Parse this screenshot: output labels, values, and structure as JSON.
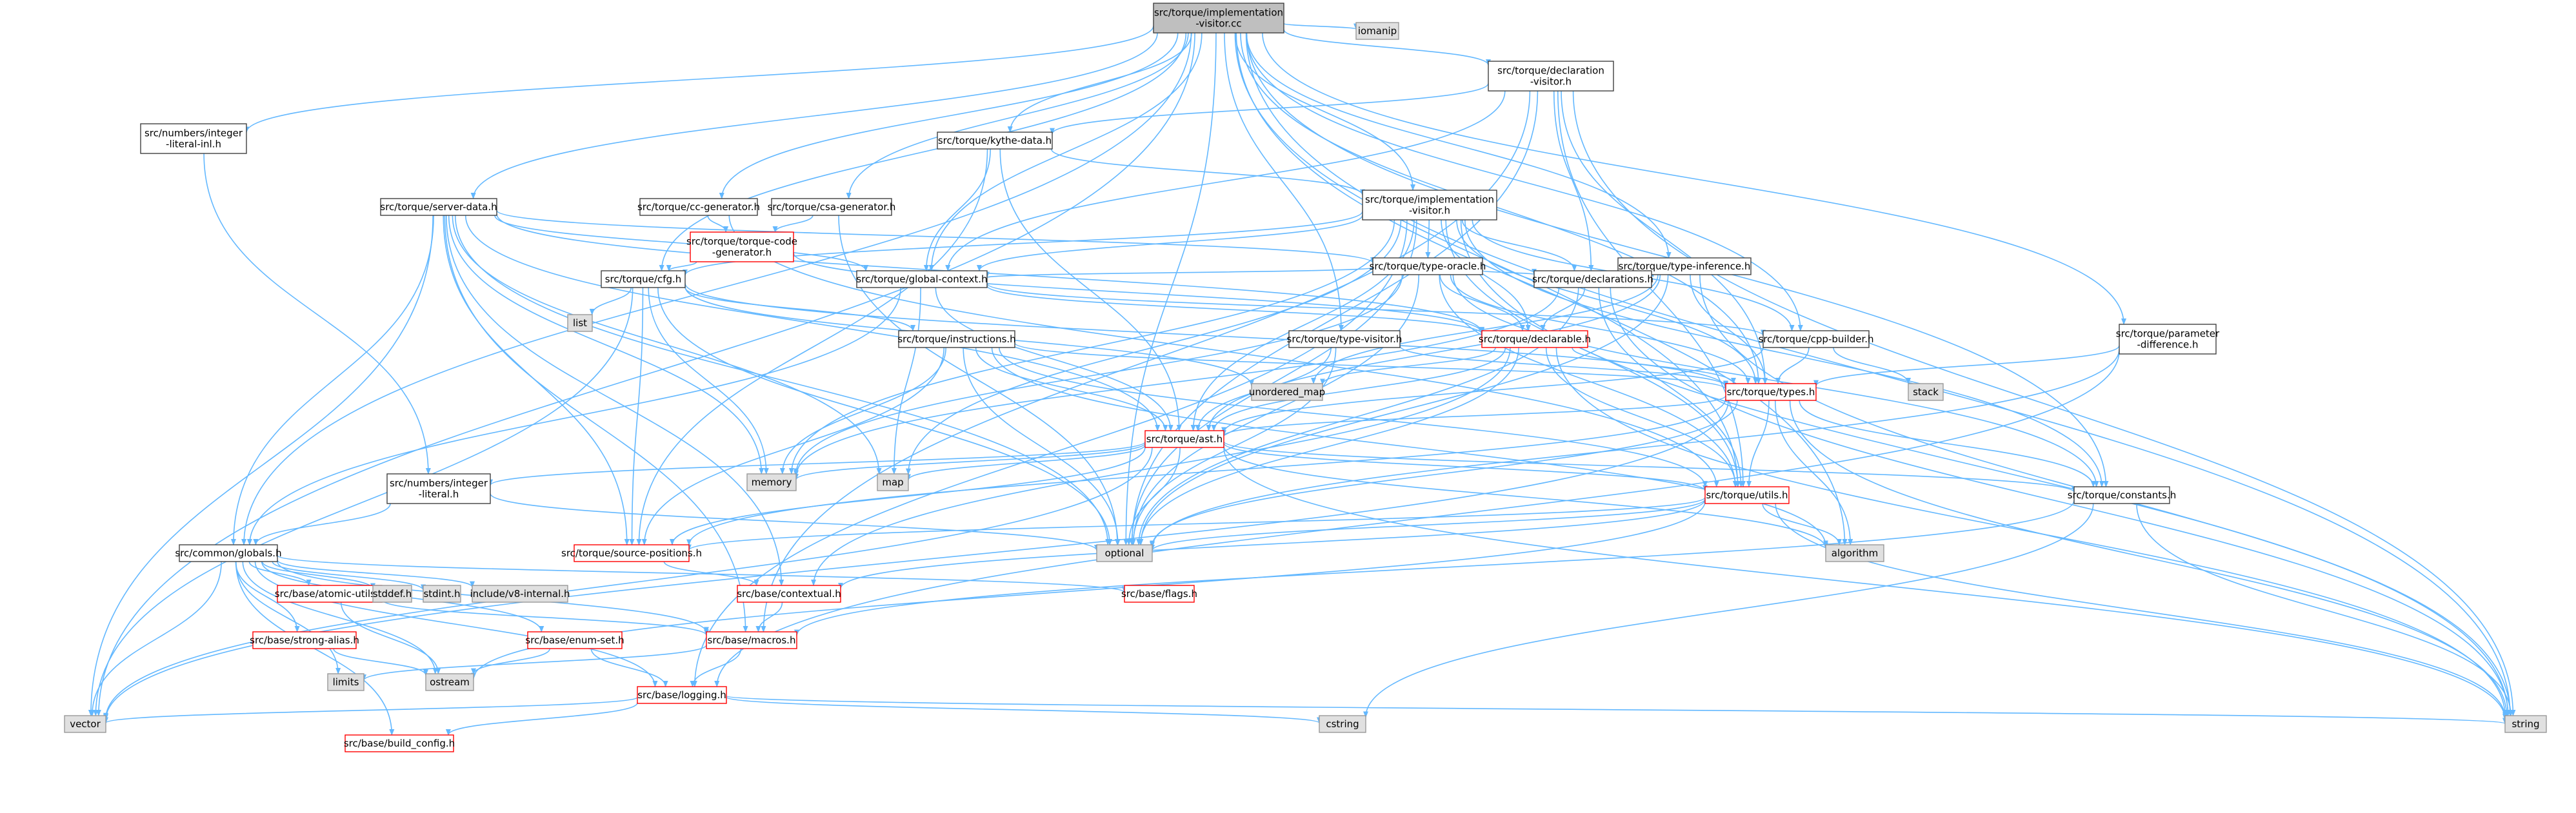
{
  "palette": {
    "edge": "#63b8ff",
    "root_fill": "#bfbfbf",
    "root_stroke": "#404040",
    "normal_fill": "#ffffff",
    "normal_stroke": "#404040",
    "incomplete_stroke": "#ff0000",
    "system_fill": "#e0e0e0",
    "system_stroke": "#999999"
  },
  "nodes": [
    {
      "id": "root",
      "lines": [
        "src/torque/implementation",
        "-visitor.cc"
      ],
      "kind": "root"
    },
    {
      "id": "iomanip",
      "lines": [
        "iomanip"
      ],
      "kind": "system"
    },
    {
      "id": "decl_visitor",
      "lines": [
        "src/torque/declaration",
        "-visitor.h"
      ],
      "kind": "normal"
    },
    {
      "id": "int_lit_int",
      "lines": [
        "src/numbers/integer",
        "-literal-inl.h"
      ],
      "kind": "normal"
    },
    {
      "id": "kythe",
      "lines": [
        "src/torque/kythe-data.h"
      ],
      "kind": "normal"
    },
    {
      "id": "impl_visitor",
      "lines": [
        "src/torque/implementation",
        "-visitor.h"
      ],
      "kind": "normal"
    },
    {
      "id": "server",
      "lines": [
        "src/torque/server-data.h"
      ],
      "kind": "normal"
    },
    {
      "id": "cc_gen",
      "lines": [
        "src/torque/cc-generator.h"
      ],
      "kind": "normal"
    },
    {
      "id": "csa_gen",
      "lines": [
        "src/torque/csa-generator.h"
      ],
      "kind": "normal"
    },
    {
      "id": "tcg",
      "lines": [
        "src/torque/torque-code",
        "-generator.h"
      ],
      "kind": "incomplete"
    },
    {
      "id": "type_oracle",
      "lines": [
        "src/torque/type-oracle.h"
      ],
      "kind": "normal"
    },
    {
      "id": "type_inference",
      "lines": [
        "src/torque/type-inference.h"
      ],
      "kind": "normal"
    },
    {
      "id": "cfg",
      "lines": [
        "src/torque/cfg.h"
      ],
      "kind": "normal"
    },
    {
      "id": "global_ctx",
      "lines": [
        "src/torque/global-context.h"
      ],
      "kind": "normal"
    },
    {
      "id": "declarations",
      "lines": [
        "src/torque/declarations.h"
      ],
      "kind": "normal"
    },
    {
      "id": "list",
      "lines": [
        "list"
      ],
      "kind": "system"
    },
    {
      "id": "instructions",
      "lines": [
        "src/torque/instructions.h"
      ],
      "kind": "normal"
    },
    {
      "id": "type_visitor",
      "lines": [
        "src/torque/type-visitor.h"
      ],
      "kind": "normal"
    },
    {
      "id": "declarable",
      "lines": [
        "src/torque/declarable.h"
      ],
      "kind": "incomplete"
    },
    {
      "id": "cpp_builder",
      "lines": [
        "src/torque/cpp-builder.h"
      ],
      "kind": "normal"
    },
    {
      "id": "param_diff",
      "lines": [
        "src/torque/parameter",
        "-difference.h"
      ],
      "kind": "normal"
    },
    {
      "id": "unordered_map",
      "lines": [
        "unordered_map"
      ],
      "kind": "system"
    },
    {
      "id": "stack",
      "lines": [
        "stack"
      ],
      "kind": "system"
    },
    {
      "id": "types",
      "lines": [
        "src/torque/types.h"
      ],
      "kind": "incomplete"
    },
    {
      "id": "ast",
      "lines": [
        "src/torque/ast.h"
      ],
      "kind": "incomplete"
    },
    {
      "id": "int_lit",
      "lines": [
        "src/numbers/integer",
        "-literal.h"
      ],
      "kind": "normal"
    },
    {
      "id": "memory",
      "lines": [
        "memory"
      ],
      "kind": "system"
    },
    {
      "id": "map",
      "lines": [
        "map"
      ],
      "kind": "system"
    },
    {
      "id": "utils",
      "lines": [
        "src/torque/utils.h"
      ],
      "kind": "incomplete"
    },
    {
      "id": "constants",
      "lines": [
        "src/torque/constants.h"
      ],
      "kind": "normal"
    },
    {
      "id": "optional",
      "lines": [
        "optional"
      ],
      "kind": "system"
    },
    {
      "id": "algorithm",
      "lines": [
        "algorithm"
      ],
      "kind": "system"
    },
    {
      "id": "globals",
      "lines": [
        "src/common/globals.h"
      ],
      "kind": "normal"
    },
    {
      "id": "source_pos",
      "lines": [
        "src/torque/source-positions.h"
      ],
      "kind": "incomplete"
    },
    {
      "id": "atomic_utils",
      "lines": [
        "src/base/atomic-utils.h"
      ],
      "kind": "incomplete"
    },
    {
      "id": "stddef",
      "lines": [
        "stddef.h"
      ],
      "kind": "system"
    },
    {
      "id": "stdint",
      "lines": [
        "stdint.h"
      ],
      "kind": "system"
    },
    {
      "id": "v8_internal",
      "lines": [
        "include/v8-internal.h"
      ],
      "kind": "system"
    },
    {
      "id": "contextual",
      "lines": [
        "src/base/contextual.h"
      ],
      "kind": "incomplete"
    },
    {
      "id": "flags",
      "lines": [
        "src/base/flags.h"
      ],
      "kind": "incomplete"
    },
    {
      "id": "strong_alias",
      "lines": [
        "src/base/strong-alias.h"
      ],
      "kind": "incomplete"
    },
    {
      "id": "enum_set",
      "lines": [
        "src/base/enum-set.h"
      ],
      "kind": "incomplete"
    },
    {
      "id": "macros",
      "lines": [
        "src/base/macros.h"
      ],
      "kind": "incomplete"
    },
    {
      "id": "limits",
      "lines": [
        "limits"
      ],
      "kind": "system"
    },
    {
      "id": "ostream",
      "lines": [
        "ostream"
      ],
      "kind": "system"
    },
    {
      "id": "logging",
      "lines": [
        "src/base/logging.h"
      ],
      "kind": "incomplete"
    },
    {
      "id": "vector",
      "lines": [
        "vector"
      ],
      "kind": "system"
    },
    {
      "id": "build_config",
      "lines": [
        "src/base/build_config.h"
      ],
      "kind": "incomplete"
    },
    {
      "id": "cstring",
      "lines": [
        "cstring"
      ],
      "kind": "system"
    },
    {
      "id": "string",
      "lines": [
        "string"
      ],
      "kind": "system"
    }
  ],
  "edges": [
    [
      "root",
      "iomanip"
    ],
    [
      "root",
      "decl_visitor"
    ],
    [
      "root",
      "int_lit_int"
    ],
    [
      "root",
      "kythe"
    ],
    [
      "root",
      "impl_visitor"
    ],
    [
      "root",
      "server"
    ],
    [
      "root",
      "cc_gen"
    ],
    [
      "root",
      "csa_gen"
    ],
    [
      "root",
      "type_inference"
    ],
    [
      "root",
      "cfg"
    ],
    [
      "root",
      "global_ctx"
    ],
    [
      "root",
      "type_visitor"
    ],
    [
      "root",
      "cpp_builder"
    ],
    [
      "root",
      "param_diff"
    ],
    [
      "root",
      "types"
    ],
    [
      "root",
      "utils"
    ],
    [
      "root",
      "constants"
    ],
    [
      "root",
      "optional"
    ],
    [
      "root",
      "algorithm"
    ],
    [
      "root",
      "globals"
    ],
    [
      "root",
      "string"
    ],
    [
      "root",
      "vector"
    ],
    [
      "decl_visitor",
      "kythe"
    ],
    [
      "decl_visitor",
      "global_ctx"
    ],
    [
      "decl_visitor",
      "declarations"
    ],
    [
      "decl_visitor",
      "types"
    ],
    [
      "decl_visitor",
      "utils"
    ],
    [
      "decl_visitor",
      "optional"
    ],
    [
      "decl_visitor",
      "string"
    ],
    [
      "decl_visitor",
      "macros"
    ],
    [
      "int_lit_int",
      "int_lit"
    ],
    [
      "kythe",
      "impl_visitor"
    ],
    [
      "kythe",
      "global_ctx"
    ],
    [
      "kythe",
      "ast"
    ],
    [
      "kythe",
      "source_pos"
    ],
    [
      "impl_visitor",
      "cfg"
    ],
    [
      "impl_visitor",
      "type_oracle"
    ],
    [
      "impl_visitor",
      "global_ctx"
    ],
    [
      "impl_visitor",
      "declarations"
    ],
    [
      "impl_visitor",
      "declarable"
    ],
    [
      "impl_visitor",
      "cpp_builder"
    ],
    [
      "impl_visitor",
      "types"
    ],
    [
      "impl_visitor",
      "ast"
    ],
    [
      "impl_visitor",
      "utils"
    ],
    [
      "impl_visitor",
      "optional"
    ],
    [
      "impl_visitor",
      "memory"
    ],
    [
      "impl_visitor",
      "string"
    ],
    [
      "impl_visitor",
      "map"
    ],
    [
      "impl_visitor",
      "constants"
    ],
    [
      "impl_visitor",
      "logging"
    ],
    [
      "server",
      "type_oracle"
    ],
    [
      "server",
      "global_ctx"
    ],
    [
      "server",
      "declarable"
    ],
    [
      "server",
      "ast"
    ],
    [
      "server",
      "memory"
    ],
    [
      "server",
      "map"
    ],
    [
      "server",
      "optional"
    ],
    [
      "server",
      "source_pos"
    ],
    [
      "server",
      "globals"
    ],
    [
      "server",
      "vector"
    ],
    [
      "server",
      "contextual"
    ],
    [
      "server",
      "macros"
    ],
    [
      "cc_gen",
      "tcg"
    ],
    [
      "cc_gen",
      "utils"
    ],
    [
      "csa_gen",
      "tcg"
    ],
    [
      "csa_gen",
      "optional"
    ],
    [
      "tcg",
      "cfg"
    ],
    [
      "tcg",
      "declarable"
    ],
    [
      "type_oracle",
      "global_ctx"
    ],
    [
      "type_oracle",
      "declarations"
    ],
    [
      "type_oracle",
      "declarable"
    ],
    [
      "type_oracle",
      "types"
    ],
    [
      "type_oracle",
      "utils"
    ],
    [
      "type_oracle",
      "memory"
    ],
    [
      "type_oracle",
      "optional"
    ],
    [
      "type_oracle",
      "constants"
    ],
    [
      "type_inference",
      "declarations"
    ],
    [
      "type_inference",
      "types"
    ],
    [
      "type_inference",
      "ast"
    ],
    [
      "type_inference",
      "optional"
    ],
    [
      "type_inference",
      "string"
    ],
    [
      "type_inference",
      "unordered_map"
    ],
    [
      "cfg",
      "instructions"
    ],
    [
      "cfg",
      "list"
    ],
    [
      "cfg",
      "memory"
    ],
    [
      "cfg",
      "optional"
    ],
    [
      "cfg",
      "unordered_map"
    ],
    [
      "cfg",
      "vector"
    ],
    [
      "cfg",
      "source_pos"
    ],
    [
      "cfg",
      "types"
    ],
    [
      "global_ctx",
      "declarable"
    ],
    [
      "global_ctx",
      "ast"
    ],
    [
      "global_ctx",
      "globals"
    ],
    [
      "global_ctx",
      "cpp_builder"
    ],
    [
      "global_ctx",
      "map"
    ],
    [
      "declarations",
      "declarable"
    ],
    [
      "declarations",
      "utils"
    ],
    [
      "declarations",
      "optional"
    ],
    [
      "declarations",
      "memory"
    ],
    [
      "declarations",
      "string"
    ],
    [
      "instructions",
      "types"
    ],
    [
      "instructions",
      "ast"
    ],
    [
      "instructions",
      "memory"
    ],
    [
      "instructions",
      "optional"
    ],
    [
      "instructions",
      "source_pos"
    ],
    [
      "instructions",
      "algorithm"
    ],
    [
      "instructions",
      "utils"
    ],
    [
      "type_visitor",
      "types"
    ],
    [
      "type_visitor",
      "ast"
    ],
    [
      "type_visitor",
      "optional"
    ],
    [
      "declarable",
      "types"
    ],
    [
      "declarable",
      "ast"
    ],
    [
      "declarable",
      "utils"
    ],
    [
      "declarable",
      "optional"
    ],
    [
      "declarable",
      "string"
    ],
    [
      "declarable",
      "unordered_map"
    ],
    [
      "declarable",
      "contextual"
    ],
    [
      "cpp_builder",
      "types"
    ],
    [
      "cpp_builder",
      "ast"
    ],
    [
      "cpp_builder",
      "stack"
    ],
    [
      "param_diff",
      "types"
    ],
    [
      "param_diff",
      "logging"
    ],
    [
      "param_diff",
      "optional"
    ],
    [
      "types",
      "ast"
    ],
    [
      "types",
      "utils"
    ],
    [
      "types",
      "constants"
    ],
    [
      "types",
      "source_pos"
    ],
    [
      "types",
      "optional"
    ],
    [
      "types",
      "algorithm"
    ],
    [
      "types",
      "string"
    ],
    [
      "types",
      "vector"
    ],
    [
      "ast",
      "int_lit"
    ],
    [
      "ast",
      "memory"
    ],
    [
      "ast",
      "map"
    ],
    [
      "ast",
      "utils"
    ],
    [
      "ast",
      "constants"
    ],
    [
      "ast",
      "optional"
    ],
    [
      "ast",
      "source_pos"
    ],
    [
      "ast",
      "algorithm"
    ],
    [
      "ast",
      "string"
    ],
    [
      "ast",
      "vector"
    ],
    [
      "int_lit",
      "globals"
    ],
    [
      "int_lit",
      "optional"
    ],
    [
      "utils",
      "optional"
    ],
    [
      "utils",
      "algorithm"
    ],
    [
      "utils",
      "string"
    ],
    [
      "utils",
      "source_pos"
    ],
    [
      "utils",
      "contextual"
    ],
    [
      "utils",
      "ostream"
    ],
    [
      "constants",
      "string"
    ],
    [
      "constants",
      "macros"
    ],
    [
      "constants",
      "cstring"
    ],
    [
      "source_pos",
      "contextual"
    ],
    [
      "globals",
      "atomic_utils"
    ],
    [
      "globals",
      "stddef"
    ],
    [
      "globals",
      "stdint"
    ],
    [
      "globals",
      "v8_internal"
    ],
    [
      "globals",
      "flags"
    ],
    [
      "globals",
      "strong_alias"
    ],
    [
      "globals",
      "enum_set"
    ],
    [
      "globals",
      "macros"
    ],
    [
      "globals",
      "logging"
    ],
    [
      "globals",
      "limits"
    ],
    [
      "globals",
      "vector"
    ],
    [
      "globals",
      "build_config"
    ],
    [
      "globals",
      "ostream"
    ],
    [
      "atomic_utils",
      "macros"
    ],
    [
      "atomic_utils",
      "ostream"
    ],
    [
      "contextual",
      "macros"
    ],
    [
      "strong_alias",
      "ostream"
    ],
    [
      "enum_set",
      "ostream"
    ],
    [
      "enum_set",
      "logging"
    ],
    [
      "macros",
      "logging"
    ],
    [
      "macros",
      "limits"
    ],
    [
      "logging",
      "build_config"
    ],
    [
      "logging",
      "cstring"
    ],
    [
      "logging",
      "string"
    ],
    [
      "logging",
      "vector"
    ]
  ]
}
